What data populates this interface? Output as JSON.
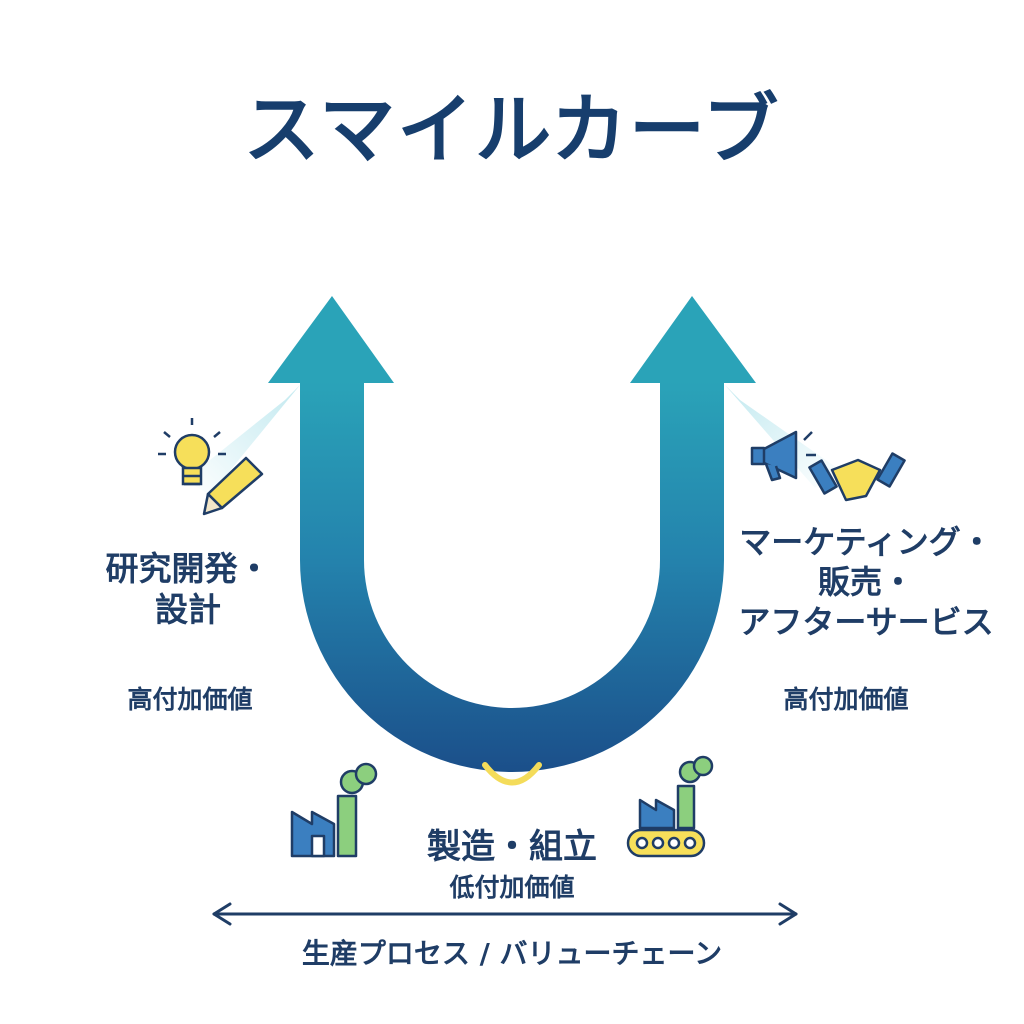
{
  "title": "スマイルカーブ",
  "left_stage": {
    "line1": "研究開発・",
    "line2": "設計",
    "value": "高付加価値"
  },
  "right_stage": {
    "line1": "マーケティング・",
    "line2": "販売・",
    "line3": "アフターサービス",
    "value": "高付加価値"
  },
  "center_stage": {
    "label": "製造・組立",
    "value": "低付加価値"
  },
  "axis": {
    "label": "生産プロセス / バリューチェーン"
  },
  "colors": {
    "title": "#173e6d",
    "curve_top": "#2aa3b8",
    "curve_bottom": "#1b4f8a",
    "smile": "#f4dc5a",
    "icon_blue": "#3b7fc0",
    "icon_green": "#8ccf7e",
    "icon_yellow": "#f6df5a"
  },
  "icons": [
    "lightbulb-icon",
    "pencil-icon",
    "megaphone-icon",
    "handshake-icon",
    "factory-icon",
    "conveyor-factory-icon"
  ]
}
